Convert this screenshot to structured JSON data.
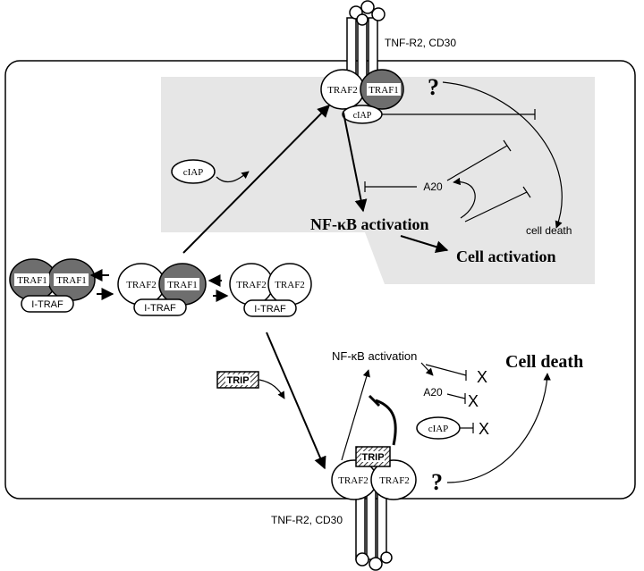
{
  "receptor_label_top": "TNF-R2, CD30",
  "receptor_label_bottom": "TNF-R2, CD30",
  "traf1": "TRAF1",
  "traf2": "TRAF2",
  "itraf": "I-TRAF",
  "ciap": "cIAP",
  "a20": "A20",
  "trip": "TRIP",
  "question": "?",
  "nfkb_activation_top": "NF-κB activation",
  "cell_activation": "Cell activation",
  "cell_death_small": "cell death",
  "nfkb_activation_bottom": "NF-κB activation",
  "cell_death_large": "Cell death",
  "inhibited_mark": "X",
  "colors": {
    "shaded_region": "#e6e6e6",
    "dark_subunit": "#6e6e6e",
    "line": "#000000"
  }
}
